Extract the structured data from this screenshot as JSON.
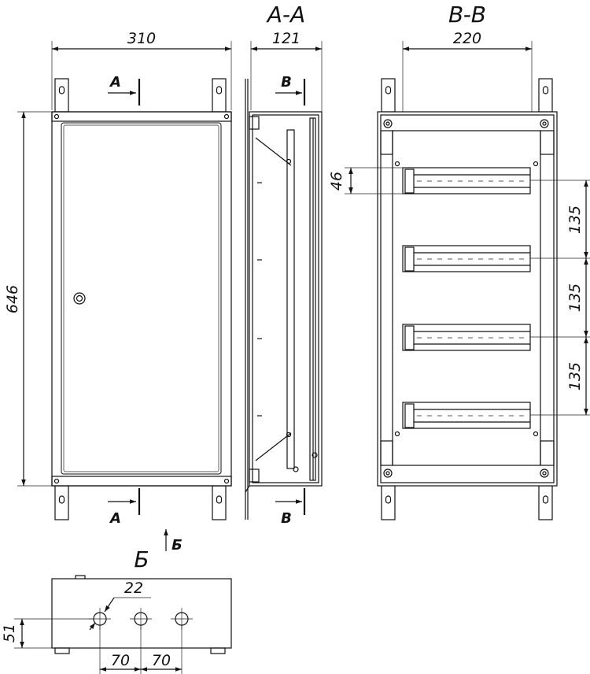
{
  "front_view": {
    "width_label": "310",
    "height_label": "646",
    "section_a_top": "A",
    "section_a_bottom": "A",
    "section_b_top": "B",
    "section_b_bottom": "B"
  },
  "section_aa": {
    "title": "A-A",
    "depth_label": "121"
  },
  "section_bb": {
    "title": "B-B",
    "inner_width_label": "220",
    "rail_height_label": "46",
    "rail_spacing_labels": [
      "135",
      "135",
      "135"
    ]
  },
  "bottom_view": {
    "arrow_label": "Б",
    "title": "Б",
    "hole_diameter_label": "22",
    "height_label": "51",
    "spacing_labels": [
      "70",
      "70"
    ]
  }
}
